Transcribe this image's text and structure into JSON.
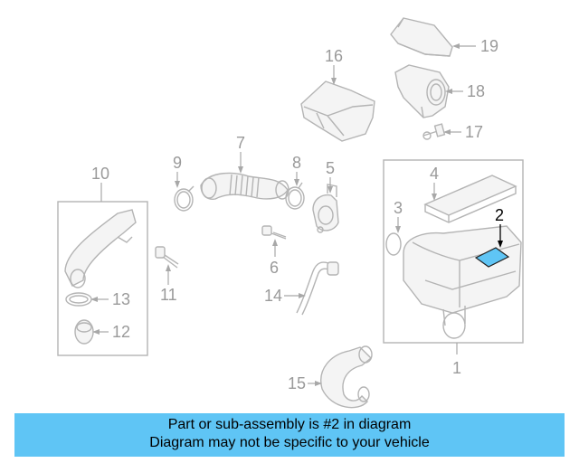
{
  "colors": {
    "banner_bg": "#5fc5f5",
    "highlight_part": "#5fc5f5",
    "line_art": "#b4b4b4",
    "label_gray": "#9a9a9a",
    "label_highlight": "#000000"
  },
  "callouts": {
    "c1": "1",
    "c2": "2",
    "c3": "3",
    "c4": "4",
    "c5": "5",
    "c6": "6",
    "c7": "7",
    "c8": "8",
    "c9": "9",
    "c10": "10",
    "c11": "11",
    "c12": "12",
    "c13": "13",
    "c14": "14",
    "c15": "15",
    "c16": "16",
    "c17": "17",
    "c18": "18",
    "c19": "19"
  },
  "highlighted_callout": "2",
  "banner": {
    "line1": "Part or sub-assembly is #2 in diagram",
    "line2": "Diagram may not be specific to your vehicle"
  }
}
